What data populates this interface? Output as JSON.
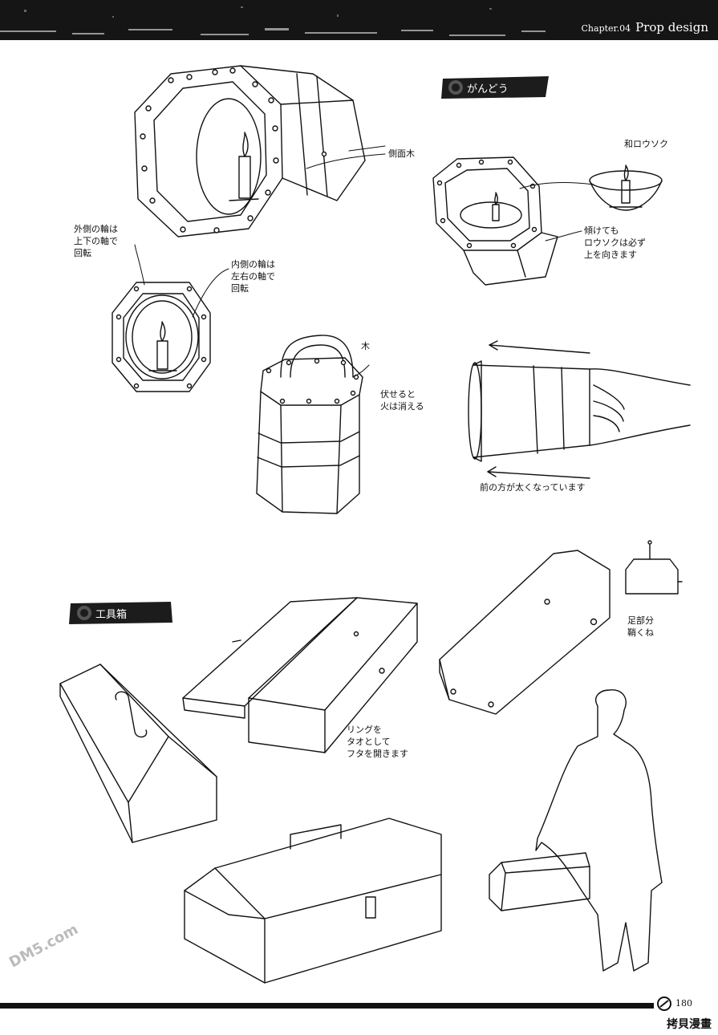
{
  "header": {
    "chapter": "Chapter.04",
    "title": "Prop design"
  },
  "sections": [
    {
      "label": "がんどう"
    },
    {
      "label": "工具箱"
    }
  ],
  "notes": {
    "side_wood": "側面木",
    "candle": "和ロウソク",
    "outer_ring": "外側の輪は\n上下の軸で\n回転",
    "inner_ring": "内側の輪は\n左右の軸で\n回転",
    "tilt": "傾けても\nロウソクは必ず\n上を向きます",
    "wood": "木",
    "cover_out": "伏せると\n火は消える",
    "front_wide": "前の方が太くなっています",
    "feet": "足部分\n鞘くね",
    "ring_open": "リングを\nタオとして\nフタを開きます"
  },
  "footer": {
    "page_number": "180"
  },
  "watermarks": {
    "left": "DM5.com",
    "right": "拷貝漫畫"
  },
  "colors": {
    "ink": "#111111",
    "header_bg": "#151515",
    "badge_bg": "#1c1c1c"
  }
}
